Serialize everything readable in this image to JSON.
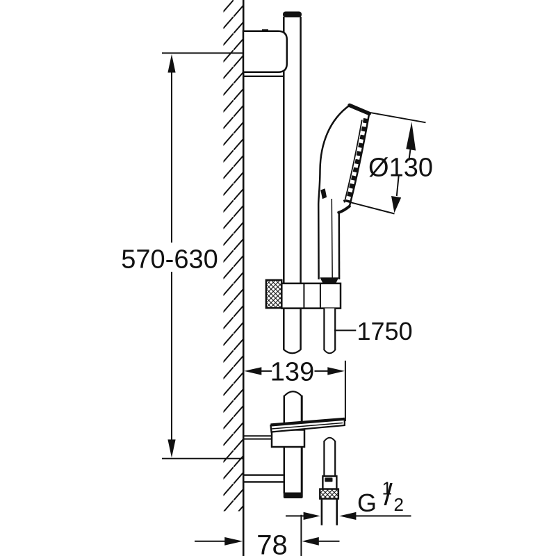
{
  "page": {
    "background": "#ffffff",
    "ink": "#111111"
  },
  "drawing": {
    "kind": "technical dimension drawing of a wall-mounted shower rail set with hand shower, hose and tray",
    "labels": {
      "height_range": "570-630",
      "head_diameter": "Ø130",
      "hose_length": "1750",
      "wall_to_tray_edge": "139",
      "wall_to_rail": "78",
      "thread_letter": "G",
      "thread_numerator": "1",
      "thread_slash": "/",
      "thread_denominator": "2"
    }
  }
}
